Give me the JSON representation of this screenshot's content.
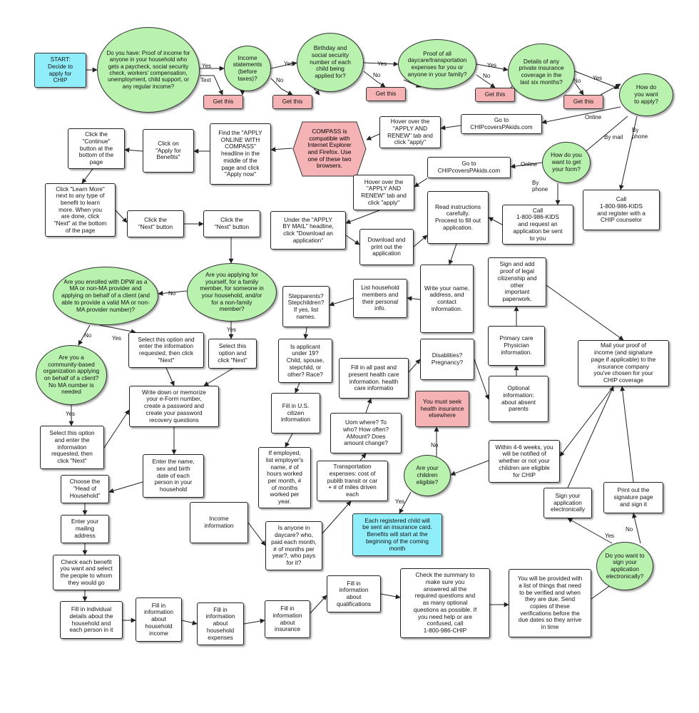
{
  "colors": {
    "decision": "#b8f2ae",
    "warning": "#f5b3b5",
    "start": "#8feefa",
    "line": "#222222"
  },
  "nodes": {
    "start": "START:\nDecide to\napply for\nCHIP",
    "q_proof_income": "Do you have:  Proof of income for anyone in your household who gets a paycheck, social security check, workers' compensation, unemployment, child support, or any regular income?",
    "q_income_statements": "Income\nstatements\n(before\ntaxes)?",
    "q_birthday_ssn": "Birthday and\nsocial security\nnumber of each\nchild being\napplied for?",
    "q_daycare": "Proof of all\ndaycare/transportation\nexpenses for you or\nanyone in your family?",
    "q_private_insurance": "Details of any\nprivate insurance\ncoverage in the\nlast six months?",
    "get1": "Get this",
    "get2": "Get this",
    "get3": "Get this",
    "get4": "Get this",
    "get5": "Get this",
    "q_how_apply": "How do\nyou want\nto apply?",
    "go_online1": "Go to\nCHIPcoversPAkids.com",
    "hover1": "Hover over the\n\"APPLY AND\nRENEW\" tab and\nclick \"apply\"",
    "compass": "COMPASS is\ncompatible with\nInternet Explorer\nand Firefox.  Use\none of these two\nbrowsers.",
    "find_apply": "Find the \"APPLY\nONLINE WITH\nCOMPASS\"\nheadline in the\nmiddle of the\npage and click\n\"Apply now\"",
    "click_apply_benefits": "Click on\n\"Apply for\nBenefits\"",
    "click_continue": "Click the\n\"Continue\"\nbutton at the\nbottom of the\npage",
    "learn_more": "Click \"Learn More\"\nnext to any type of\nbenefit to learn\nmore.  When you\nare done, click\n\"Next\" at the bottom\nof the page",
    "next1": "Click the\n\"Next\" button",
    "next2": "Click the\n\"Next\" button",
    "q_applying_for": "Are you applying for\nyourself, for a family\nmember, for someone in\nyour household, and/or\nfor a non-family\nmember?",
    "q_dpw": "Are you enrolled with DPW as a MA or non-MA provider and applying on behalf of a client (and able to provide a valid MA or non-MA provider number)?",
    "select_enter1": "Select this option and\nenter the information\nrequested, then click\n\"Next\"",
    "select_next": "Select this\noption and\nclick \"Next\"",
    "q_community": "Are you a\ncommunity-based\norganization applying\non behalf of a client?\nNo MA number is\nneeded",
    "select_enter2": "Select this option\nand enter the\ninformation\nrequested, then\nclick \"Next\"",
    "eform": "Write down or memorize\nyour e-Form number,\ncreate a password and\ncreate your password\nrecovery questions",
    "enter_names": "Enter the name,\nsex and birth\ndate of each\nperson in your\nhousehold",
    "head_household": "Choose the\n\"Head of\nHousehold\"",
    "mailing": "Enter your\nmailing\naddress",
    "check_benefit": "Check each benefit\nyou want and select\nthe people to whom\nthey would go",
    "fill_individual": "Fill in individual\ndetails about the\nhousehold and\neach person in it",
    "fill_hh_income": "Fill in\ninformation\nabout\nhousehold\nincome",
    "fill_hh_expenses": "Fill in\ninformation\nabout\nhousehold\nexpenses",
    "fill_insurance": "Fill in\ninformation\nabout\ninsurance",
    "fill_qualifications": "Fill in\ninformation\nabout\nqualifications",
    "check_summary": "Check the summary to\nmake sure you\nanswered all the\nrequired questions and\nas many optional\nquestions as possible.  If\nyou need help or are\nconfused, call\n1-800-986-CHIP",
    "provided_list": "You will be provided with\na list of things that need\nto be verified and when\nthey are due.  Send\ncopies of these\nverifications before the\ndue dates so they arrive\nin time",
    "q_sign_electronic": "Do you want to\nsign your\napplication\nelectronically?",
    "sign_electronic": "Sign your\napplication\nelectronically",
    "print_sign": "Print out the\nsignature page\nand sign it",
    "mail_proof": "Mail your proof of\nincome (and signature\npage if applicable) to the\ninsurance company\nyou've chosen for your\nCHIP coverage",
    "within_weeks": "Within 4-6 weeks, you\nwill be notified of\nwhether or not your\nchildren are eligible\nfor CHIP",
    "q_eligible": "Are your\nchildren\neligible?",
    "seek_insurance": "You must seek\nhealth insurance\nelsewhere",
    "insurance_card": "Each registered child will\nbe sent an insurance card.\nBenefits will start at the\nbeginning of the coming\nmonth",
    "q_how_get_form": "How do you\nwant to get\nyour form?",
    "go_online2": "Go to\nCHIPcoversPAkids.com",
    "hover2": "Hover over the\n\"APPLY AND\nRENEW\" tab and\nclick \"apply\"",
    "under_apply_mail": "Under the \"APPLY\nBY MAIL\" headline,\nclick \"Download an\napplication\"",
    "download_print": "Download and\nprint out the\napplication",
    "read_instructions": "Read instructions\ncarefully.\nProceed to fill out\napplication.",
    "call_request": "Call\n1-800-986-KIDS\nand request an\napplication be sent\nto you",
    "call_register": "Call\n1-800-986-KIDS\nand register with a\nCHIP counselor",
    "write_name": "Write your name,\naddress, and\ncontact\ninformation.",
    "list_household": "List household\nmembers and\ntheir personal\ninfo.",
    "stepparents": "Stepparents?\nStepchildren?\nIf yes, list\nnames.",
    "under19": "Is applicant\nunder 19?\nChild, spouse,\nstepchild, or\nother? Race?",
    "citizen": "Fill in U.S.\ncitizen\ninformation",
    "if_employed": "If employed,\nlist employer's\nname, # of\nhours worked\nper month, #\nof months\nworked per\nyear.",
    "income_info": "Income\ninformation",
    "daycare_q": "Is anyone in\ndaycare?  who,\npaid each month,\n# of months per\nyear?, who pays\nfor it?",
    "transport": "Transportation\nexpenses: cost of\npublib transit or car\n+ # of miles driven\neach",
    "uom": "Uom where? To\nwho? How often?\nAMount? Does\namount change?",
    "fill_health_care": "Fill in all past and\npresent health care\ninformation. health\ncare informatio",
    "disabilities": "Disablities?\nPregnancy?",
    "optional_info": "Optional\ninformation:\nabout absent\nparents",
    "primary_care": "Primary care\nPhysician\ninformation.",
    "sign_proof_citizen": "Sign and add\nproof of legal\ncitizenship and\nother\nimportant\npaperwork."
  },
  "edge_labels": {
    "yes1": "Yes",
    "text1": "Text",
    "yes2": "Yes",
    "no2": "No",
    "yes3": "Yes",
    "no3": "No",
    "yes4": "Yes",
    "no4": "No",
    "no5": "No",
    "yes5": "Yes",
    "online1": "Online",
    "by_mail": "By mail",
    "by_phone1": "By\nphone",
    "online2": "Online",
    "by_phone2": "By\nphone",
    "no_dpw": "No",
    "yes_applying": "Yes",
    "no_dpw2": "No",
    "yes_dpw": "Yes",
    "yes_community": "Yes",
    "no_eligible": "No",
    "yes_eligible": "Yes",
    "yes_sign": "Yes",
    "no_sign": "No"
  }
}
